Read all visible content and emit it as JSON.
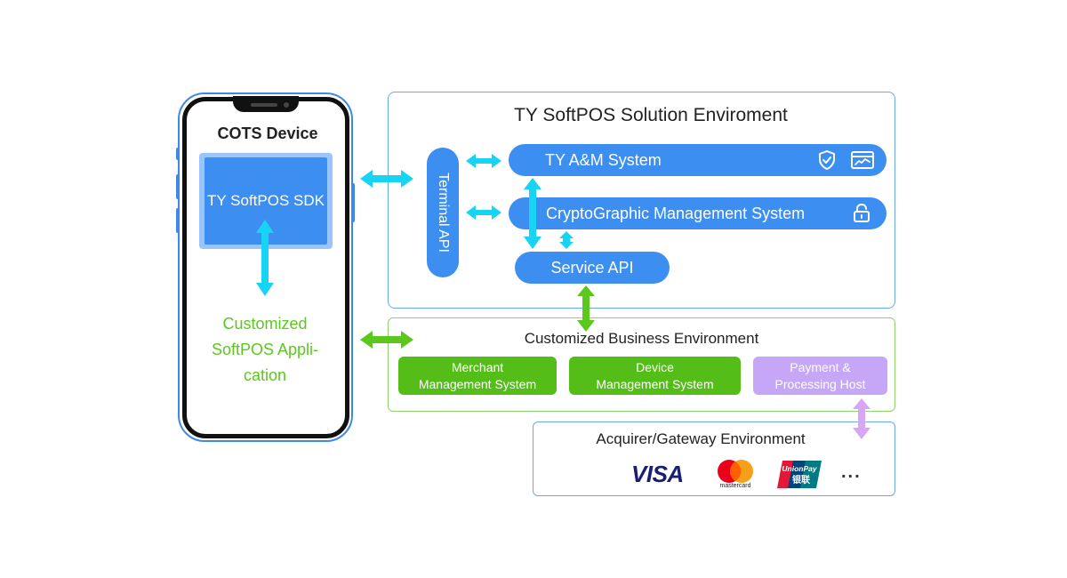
{
  "device": {
    "title": "COTS Device",
    "sdk_label": "TY SoftPOS SDK",
    "app_line1": "Customized",
    "app_line2": "SoftPOS Appli-",
    "app_line3": "cation"
  },
  "solution": {
    "title": "TY SoftPOS Solution Enviroment",
    "terminal_api": "Terminal API",
    "am_system": "TY A&M System",
    "crypto_system": "CryptoGraphic Management System",
    "service_api": "Service API"
  },
  "business": {
    "title": "Customized Business Environment",
    "cards": [
      {
        "line1": "Merchant",
        "line2": "Management System"
      },
      {
        "line1": "Device",
        "line2": "Management System"
      },
      {
        "line1": "Payment &",
        "line2": "Processing Host"
      }
    ]
  },
  "acquirer": {
    "title": "Acquirer/Gateway Environment",
    "visa": "VISA",
    "mastercard": "mastercard",
    "unionpay_top": "UnionPay",
    "unionpay_bottom": "银联",
    "more": "..."
  },
  "icons": {
    "am_icons": [
      "shield-check-icon",
      "dashboard-card-icon"
    ],
    "crypto_icon": "lock-open-icon"
  },
  "colors": {
    "cyan_arrow": "#17d4f5",
    "green_arrow": "#5cc81e",
    "purple_arrow": "#d9a5f7",
    "blue_fill": "#3c8ef0",
    "green_fill": "#54bd17",
    "purple_fill": "#c5a6f7"
  }
}
